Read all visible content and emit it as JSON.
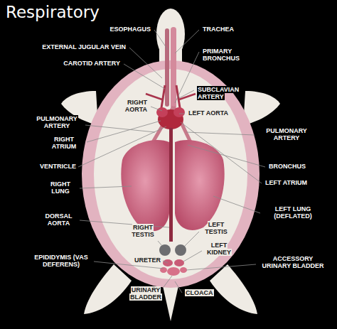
{
  "diagram": {
    "title": "Respiratory",
    "labels": [
      "ESOPHAGUS",
      "TRACHEA",
      "EXTERNAL JUGULAR VEIN",
      "PRIMARY BRONCHUS",
      "CAROTID ARTERY",
      "SUBCLAVIAN ARTERY",
      "RIGHT AORTA",
      "LEFT AORTA",
      "PULMONARY ARTERY",
      "RIGHT ATRIUM",
      "VENTRICLE",
      "RIGHT LUNG",
      "DORSAL AORTA",
      "RIGHT TESTIS",
      "EPIDIDYMIS (VAS DEFERENS)",
      "URETER",
      "URINARY BLADDER",
      "CLOACA",
      "PULMONARY ARTERY",
      "BRONCHUS",
      "LEFT ATRIUM",
      "LEFT LUNG (DEFLATED)",
      "LEFT TESTIS",
      "LEFT KIDNEY",
      "ACCESSORY URINARY BLADDER"
    ]
  }
}
